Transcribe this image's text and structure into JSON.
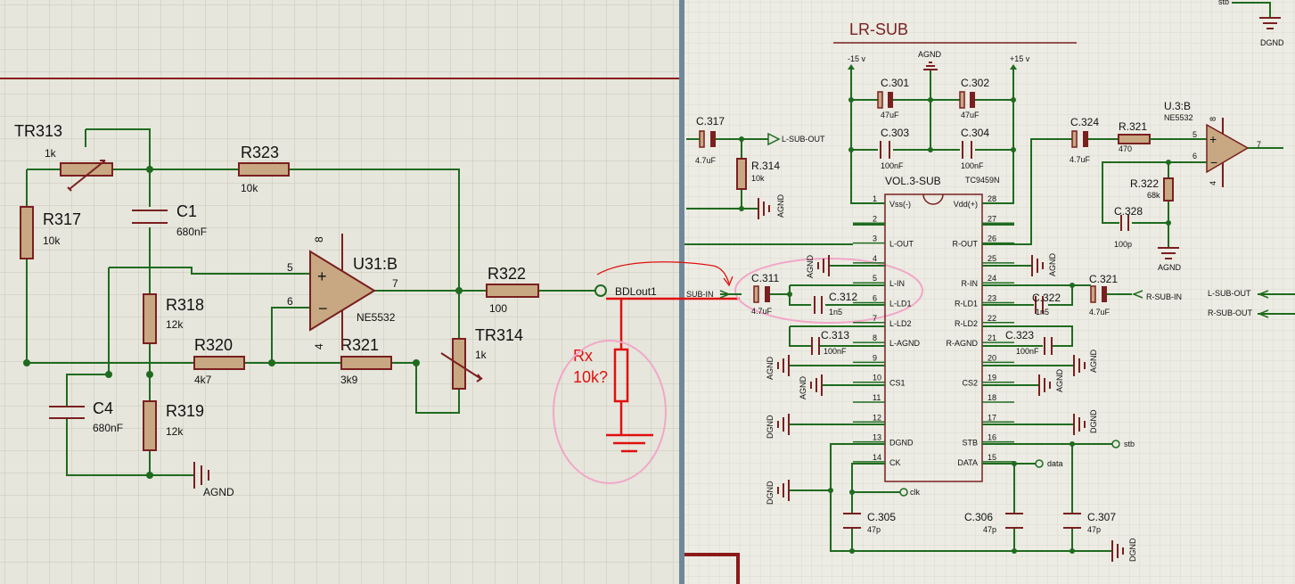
{
  "left": {
    "tr313": {
      "ref": "TR313",
      "val": "1k"
    },
    "r323": {
      "ref": "R323",
      "val": "10k"
    },
    "r317": {
      "ref": "R317",
      "val": "10k"
    },
    "c1": {
      "ref": "C1",
      "val": "680nF"
    },
    "r318": {
      "ref": "R318",
      "val": "12k"
    },
    "r320": {
      "ref": "R320",
      "val": "4k7"
    },
    "r321": {
      "ref": "R321",
      "val": "3k9"
    },
    "c4": {
      "ref": "C4",
      "val": "680nF"
    },
    "r319": {
      "ref": "R319",
      "val": "12k"
    },
    "u31": {
      "ref": "U31:B",
      "val": "NE5532",
      "pin_plus": "5",
      "pin_minus": "6",
      "pin_out": "7",
      "pin_vp": "8",
      "pin_vn": "4"
    },
    "tr314": {
      "ref": "TR314",
      "val": "1k"
    },
    "r322": {
      "ref": "R322",
      "val": "100"
    },
    "agnd": "AGND",
    "bdlout": "BDLout1",
    "rx": {
      "line1": "Rx",
      "line2": "10k?"
    }
  },
  "right": {
    "title": "LR-SUB",
    "power": {
      "neg": "-15 v",
      "pos": "+15 v",
      "agnd": "AGND"
    },
    "c301": {
      "ref": "C.301",
      "val": "47uF"
    },
    "c302": {
      "ref": "C.302",
      "val": "47uF"
    },
    "c303": {
      "ref": "C.303",
      "val": "100nF"
    },
    "c304": {
      "ref": "C.304",
      "val": "100nF"
    },
    "c317": {
      "ref": "C.317",
      "val": "4.7uF"
    },
    "r314": {
      "ref": "R.314",
      "val": "10k"
    },
    "l_sub_out": "L-SUB-OUT",
    "agnd": "AGND",
    "dgnd": "DGND",
    "ic": {
      "ref": "VOL.3-SUB",
      "part": "TC9459N"
    },
    "c324": {
      "ref": "C.324",
      "val": "4.7uF"
    },
    "r321": {
      "ref": "R.321",
      "val": "470"
    },
    "u3b": {
      "ref": "U.3:B",
      "val": "NE5532",
      "p5": "5",
      "p6": "6",
      "p7": "7",
      "p8": "8",
      "p4": "4"
    },
    "r322": {
      "ref": "R.322",
      "val": "68k"
    },
    "c328": {
      "ref": "C.328",
      "val": "100p"
    },
    "sub_in": "SUB-IN",
    "c311": {
      "ref": "C.311",
      "val": "4.7uF"
    },
    "c312": {
      "ref": "C.312",
      "val": "1n5"
    },
    "c313": {
      "ref": "C.313",
      "val": "100nF"
    },
    "c321": {
      "ref": "C.321",
      "val": "4.7uF"
    },
    "c322": {
      "ref": "C.322",
      "val": "1n5"
    },
    "c323": {
      "ref": "C.323",
      "val": "100nF"
    },
    "r_sub_in": "R-SUB-IN",
    "l_sub_out_2": "L-SUB-OUT",
    "r_sub_out": "R-SUB-OUT",
    "c305": {
      "ref": "C.305",
      "val": "47p"
    },
    "c306": {
      "ref": "C.306",
      "val": "47p"
    },
    "c307": {
      "ref": "C.307",
      "val": "47p"
    },
    "stb": "stb",
    "data_lbl": "data",
    "clk": "clk",
    "stb_top": "stb",
    "pins_left": [
      {
        "n": "1",
        "name": "Vss(-)"
      },
      {
        "n": "2",
        "name": ""
      },
      {
        "n": "3",
        "name": "L-OUT"
      },
      {
        "n": "4",
        "name": ""
      },
      {
        "n": "5",
        "name": "L-IN"
      },
      {
        "n": "6",
        "name": "L-LD1"
      },
      {
        "n": "7",
        "name": "L-LD2"
      },
      {
        "n": "8",
        "name": "L-AGND"
      },
      {
        "n": "9",
        "name": ""
      },
      {
        "n": "10",
        "name": "CS1"
      },
      {
        "n": "11",
        "name": ""
      },
      {
        "n": "12",
        "name": ""
      },
      {
        "n": "13",
        "name": "DGND"
      },
      {
        "n": "14",
        "name": "CK"
      }
    ],
    "pins_right": [
      {
        "n": "28",
        "name": "Vdd(+)"
      },
      {
        "n": "27",
        "name": ""
      },
      {
        "n": "26",
        "name": "R-OUT"
      },
      {
        "n": "25",
        "name": ""
      },
      {
        "n": "24",
        "name": "R-IN"
      },
      {
        "n": "23",
        "name": "R-LD1"
      },
      {
        "n": "22",
        "name": "R-LD2"
      },
      {
        "n": "21",
        "name": "R-AGND"
      },
      {
        "n": "20",
        "name": ""
      },
      {
        "n": "19",
        "name": "CS2"
      },
      {
        "n": "18",
        "name": ""
      },
      {
        "n": "17",
        "name": ""
      },
      {
        "n": "16",
        "name": "STB"
      },
      {
        "n": "15",
        "name": "DATA"
      }
    ]
  },
  "colors": {
    "wire": "#1f6b1f",
    "part": "#7a1f1f",
    "annotation": "#e01010",
    "highlight": "#f2a6c8"
  }
}
